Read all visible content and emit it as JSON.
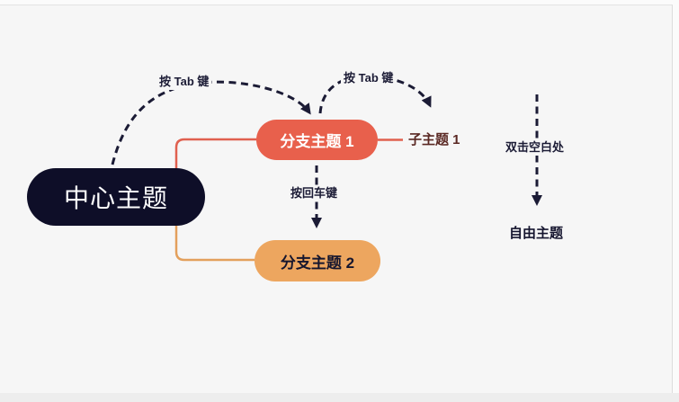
{
  "canvas": {
    "background": "#f6f6f6",
    "top_strip": "#fbfbfb",
    "bottom_strip": "#ededed"
  },
  "colors": {
    "dash_line": "#1b1b35",
    "central_fill": "#0e0e28",
    "central_text": "#ffffff",
    "branch1_fill": "#e8604c",
    "branch1_text": "#ffffff",
    "branch2_fill": "#eda65f",
    "branch2_text": "#16162e",
    "connector_red": "#e0604f",
    "connector_orange": "#e3a05c",
    "subtopic_text": "#5a2823",
    "free_topic_text": "#14142e"
  },
  "nodes": {
    "central": {
      "label": "中心主题"
    },
    "branch1": {
      "label": "分支主题 1"
    },
    "branch2": {
      "label": "分支主题 2"
    },
    "subtopic1": {
      "label": "子主题 1"
    },
    "free_topic": {
      "label": "自由主题"
    }
  },
  "hints": {
    "tab_key_1": "按 Tab 键",
    "tab_key_2": "按 Tab 键",
    "enter_key": "按回车键",
    "double_click": "双击空白处"
  }
}
